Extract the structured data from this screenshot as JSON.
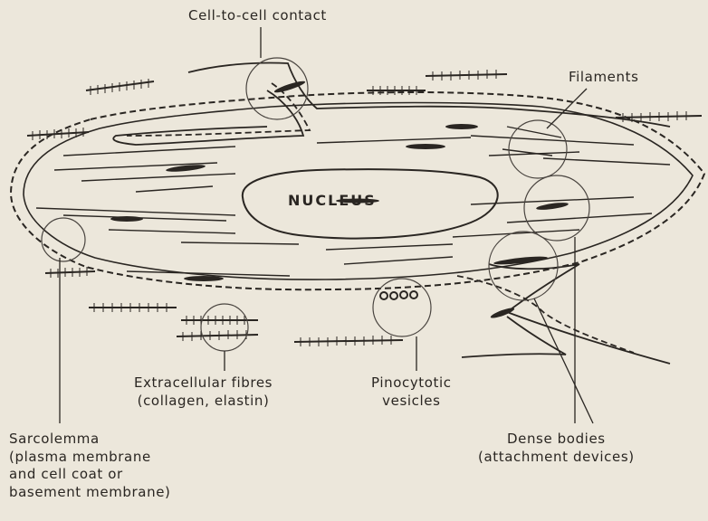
{
  "labels": {
    "cell_to_cell_contact": "Cell-to-cell contact",
    "filaments": "Filaments",
    "nucleus": "NUCLEUS",
    "extracellular_fibres": [
      "Extracellular fibres",
      "(collagen, elastin)"
    ],
    "pinocytotic_vesicles": [
      "Pinocytotic",
      "vesicles"
    ],
    "sarcolemma": [
      "Sarcolemma",
      "(plasma membrane",
      "and cell coat or",
      "basement membrane)"
    ],
    "dense_bodies": [
      "Dense bodies",
      "(attachment devices)"
    ]
  },
  "colors": {
    "ink": "#2a2622",
    "paper": "#ece7db"
  }
}
